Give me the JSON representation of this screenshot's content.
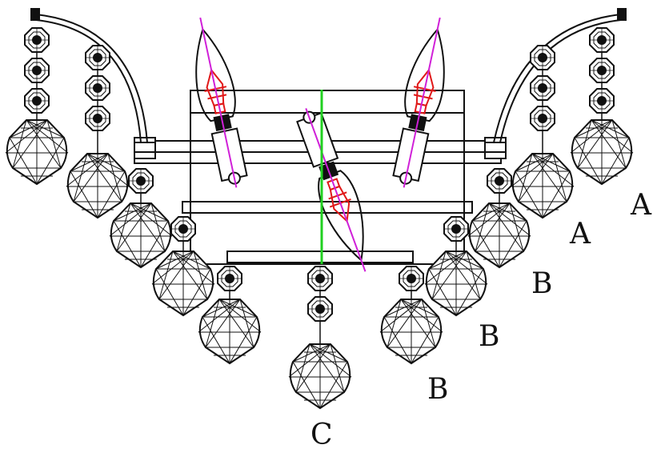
{
  "diagram": {
    "labels": {
      "a_inner": "A",
      "a_outer": "A",
      "b_upper": "B",
      "b_middle": "B",
      "b_lower": "B",
      "c_center": "C"
    }
  },
  "colors": {
    "line": "#111111",
    "filament": "#e01818",
    "axis": "#d020d8",
    "center_line": "#20d020"
  }
}
